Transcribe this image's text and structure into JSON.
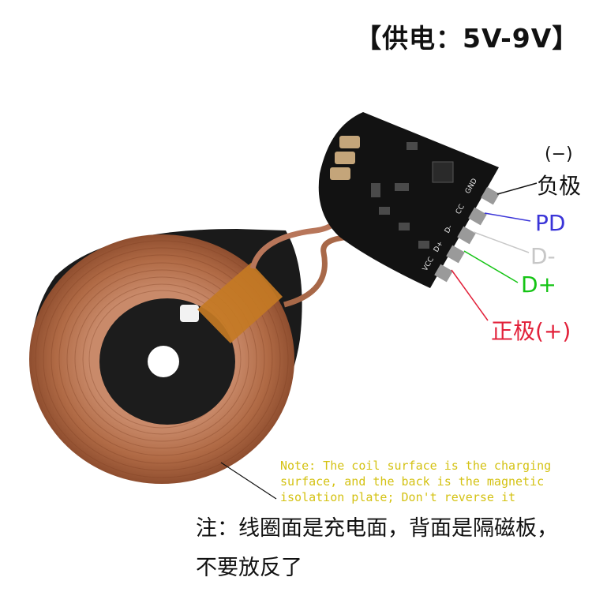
{
  "title": "【供电：5V-9V】",
  "pins": {
    "negative_symbol": "(−)",
    "negative_label": "负极",
    "pd_label": "PD",
    "dminus_label": "D-",
    "dplus_label": "D+",
    "positive_label": "正极(+)"
  },
  "pcb_silkscreen": {
    "gnd": "GND",
    "cc": "CC",
    "dminus": "D-",
    "dplus": "D+",
    "vcc": "VCC"
  },
  "note_en": {
    "line1": "Note: The coil surface is the charging",
    "line2": "surface, and the back is the magnetic",
    "line3": "isolation plate; Don't reverse it"
  },
  "note_cn": {
    "line1": "注：线圈面是充电面，背面是隔磁板，",
    "line2": "不要放反了"
  },
  "colors": {
    "pd": "#3a34d8",
    "dminus": "#c7c7c7",
    "dplus": "#15c415",
    "positive": "#e2213a",
    "note": "#d4c213",
    "copper": "#b06a45",
    "pcb": "#111111"
  }
}
